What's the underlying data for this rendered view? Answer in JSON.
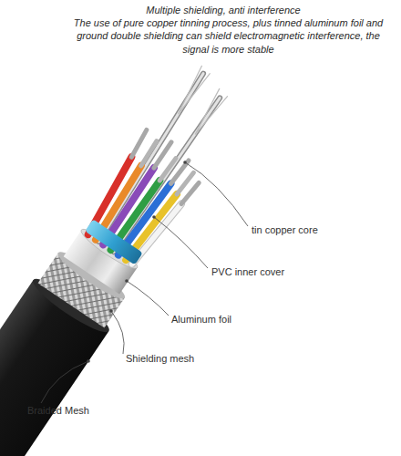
{
  "diagram": {
    "title": "Multiple shielding, anti interference",
    "labels": [
      "The use of pure copper tinning process, plus tinned aluminum foil and ground double shielding can shield electromagnetic interference, the signal is more stable",
      "tin copper core",
      "PVC inner cover",
      "Aluminum foil",
      "Shielding mesh",
      "Braided Mesh"
    ]
  }
}
